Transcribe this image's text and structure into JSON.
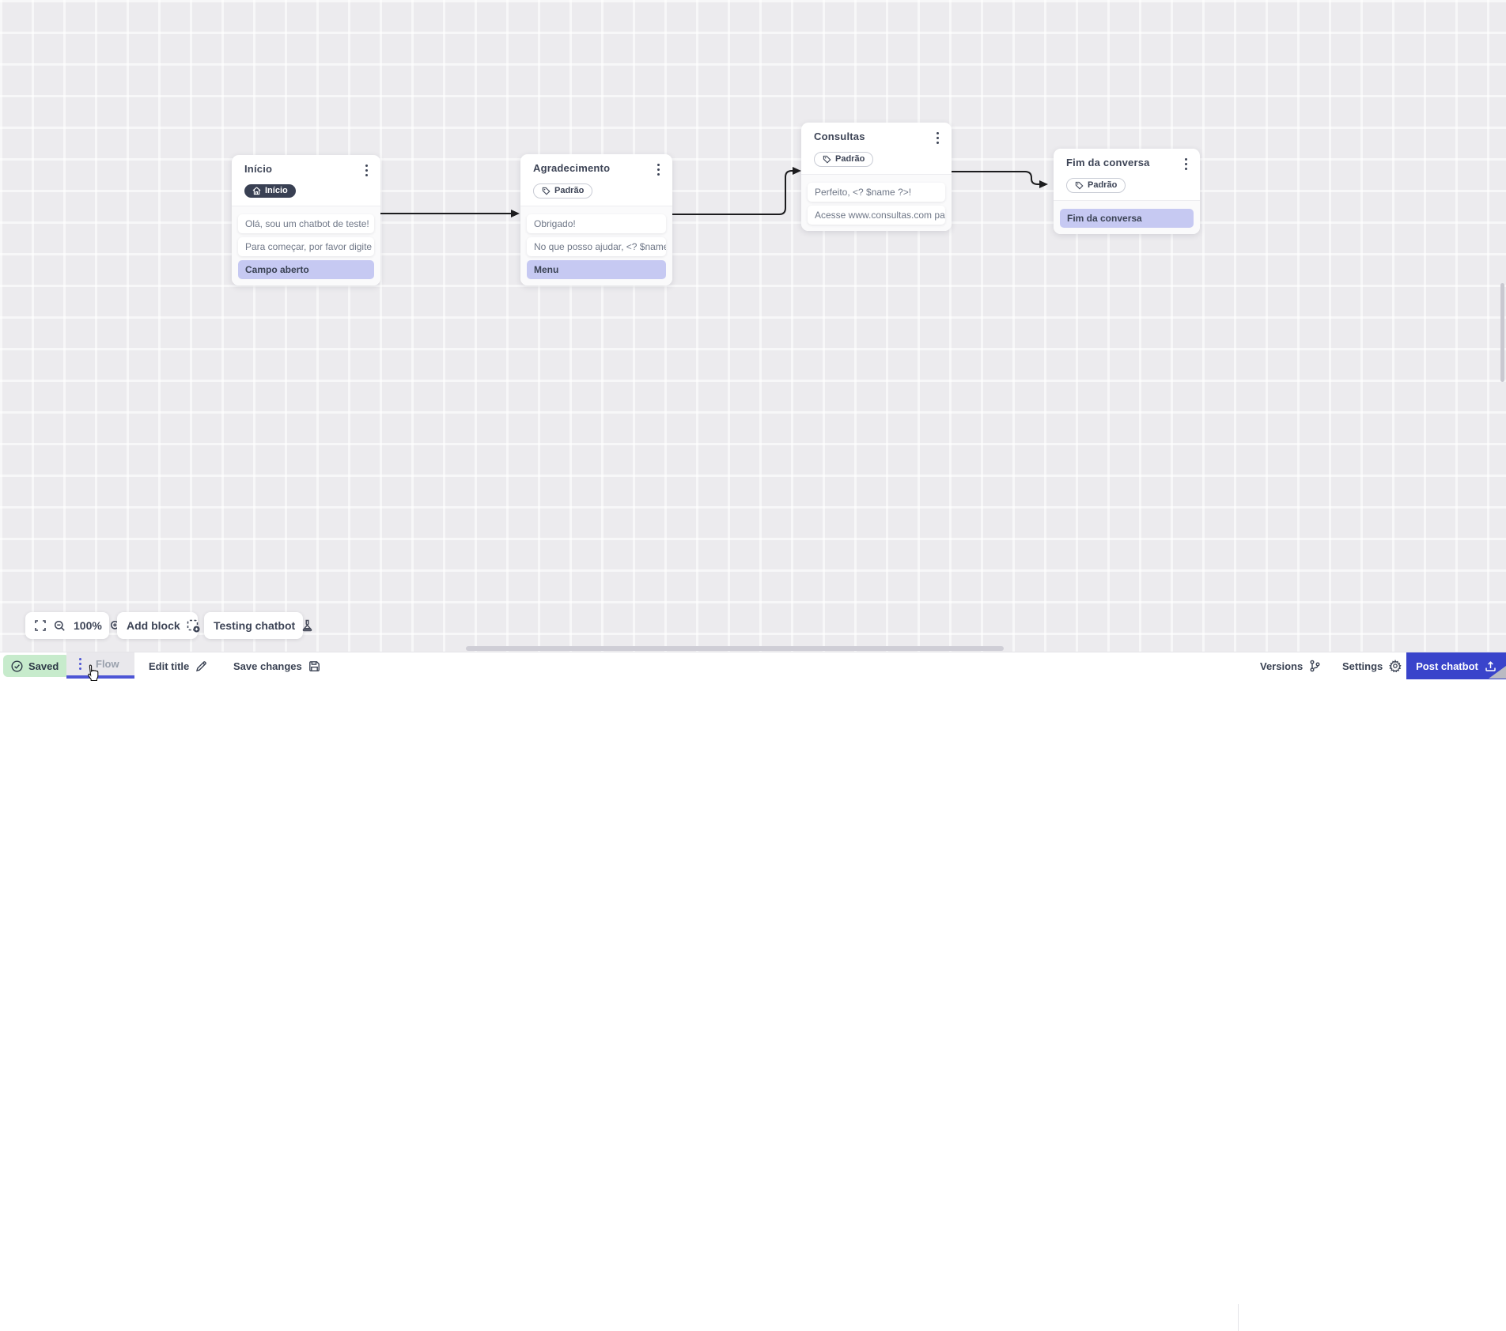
{
  "colors": {
    "accent_indigo": "#3944cb",
    "tab_underline": "#4d55d5",
    "lavender_row": "#c6c9f2",
    "dark_badge": "#394053",
    "saved_green": "#c7ebcc",
    "canvas_bg": "#ecebee",
    "connection": "#1c1c1e"
  },
  "canvas": {
    "nodes": [
      {
        "title": "Início",
        "badge": {
          "label": "Início",
          "variant": "dark",
          "icon": "home-icon"
        },
        "rows": [
          {
            "type": "message",
            "text": "Olá, sou um chatbot de teste!"
          },
          {
            "type": "message",
            "text": "Para começar, por favor digite o ..."
          },
          {
            "type": "output",
            "text": "Campo aberto"
          }
        ]
      },
      {
        "title": "Agradecimento",
        "badge": {
          "label": "Padrão",
          "variant": "outline",
          "icon": "tag-icon"
        },
        "rows": [
          {
            "type": "message",
            "text": "Obrigado!"
          },
          {
            "type": "message",
            "text": "No que posso ajudar, <? $name ..."
          },
          {
            "type": "output",
            "text": "Menu"
          }
        ]
      },
      {
        "title": "Consultas",
        "badge": {
          "label": "Padrão",
          "variant": "outline",
          "icon": "tag-icon"
        },
        "rows": [
          {
            "type": "message",
            "text": "Perfeito, <? $name ?>!"
          },
          {
            "type": "message",
            "text": "Acesse www.consultas.com par..."
          }
        ]
      },
      {
        "title": "Fim da conversa",
        "badge": {
          "label": "Padrão",
          "variant": "outline",
          "icon": "tag-icon"
        },
        "rows": [
          {
            "type": "output",
            "text": "Fim da conversa"
          }
        ]
      }
    ]
  },
  "zoom_toolbar": {
    "zoom_level": "100%",
    "add_block_label": "Add block",
    "testing_label": "Testing chatbot"
  },
  "bottom_bar": {
    "saved_label": "Saved",
    "flow_tab_label": "Flow",
    "edit_title_label": "Edit title",
    "save_changes_label": "Save changes",
    "versions_label": "Versions",
    "settings_label": "Settings",
    "post_chatbot_label": "Post chatbot"
  }
}
